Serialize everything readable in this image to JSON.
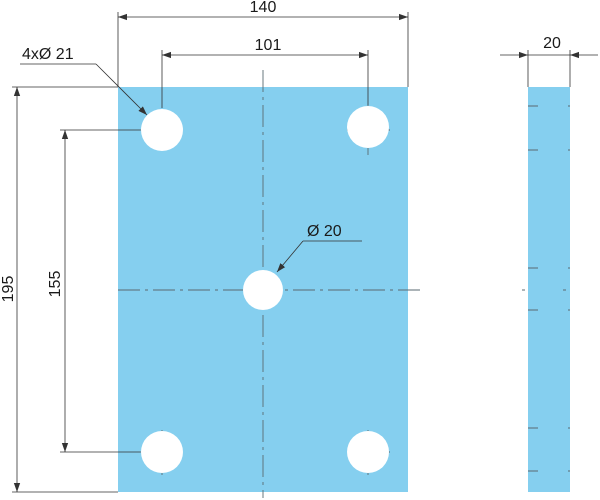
{
  "front_view": {
    "overall_width": "140",
    "hole_spacing_x": "101",
    "overall_height": "195",
    "hole_spacing_y": "155",
    "corner_holes": "4xØ 21",
    "center_hole": "Ø 20"
  },
  "side_view": {
    "thickness": "20"
  },
  "colors": {
    "plate": "#85cfef",
    "line": "#333333"
  }
}
